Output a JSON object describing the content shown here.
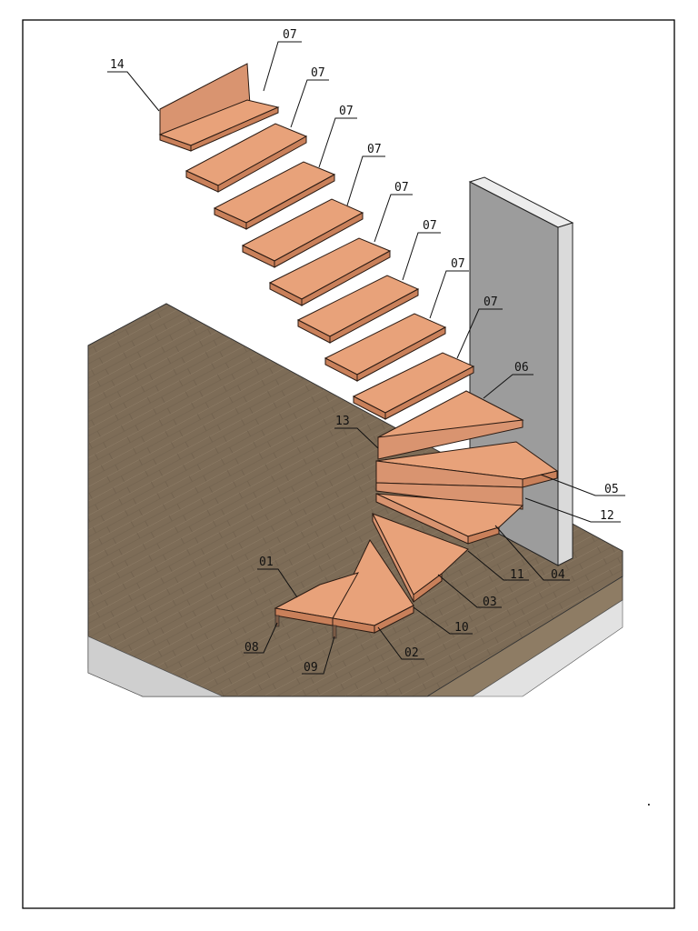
{
  "drawing": {
    "callouts": {
      "c01": "01",
      "c02": "02",
      "c03": "03",
      "c04": "04",
      "c05": "05",
      "c06": "06",
      "c07": "07",
      "c08": "08",
      "c09": "09",
      "c10": "10",
      "c11": "11",
      "c12": "12",
      "c13": "13",
      "c14": "14"
    },
    "note_mark": "."
  },
  "colors": {
    "floor": "#7b6a55",
    "wood": "#e8a27a",
    "wall_front": "#9a9a9a",
    "wall_side": "#d6d6d6",
    "border": "#000000"
  }
}
